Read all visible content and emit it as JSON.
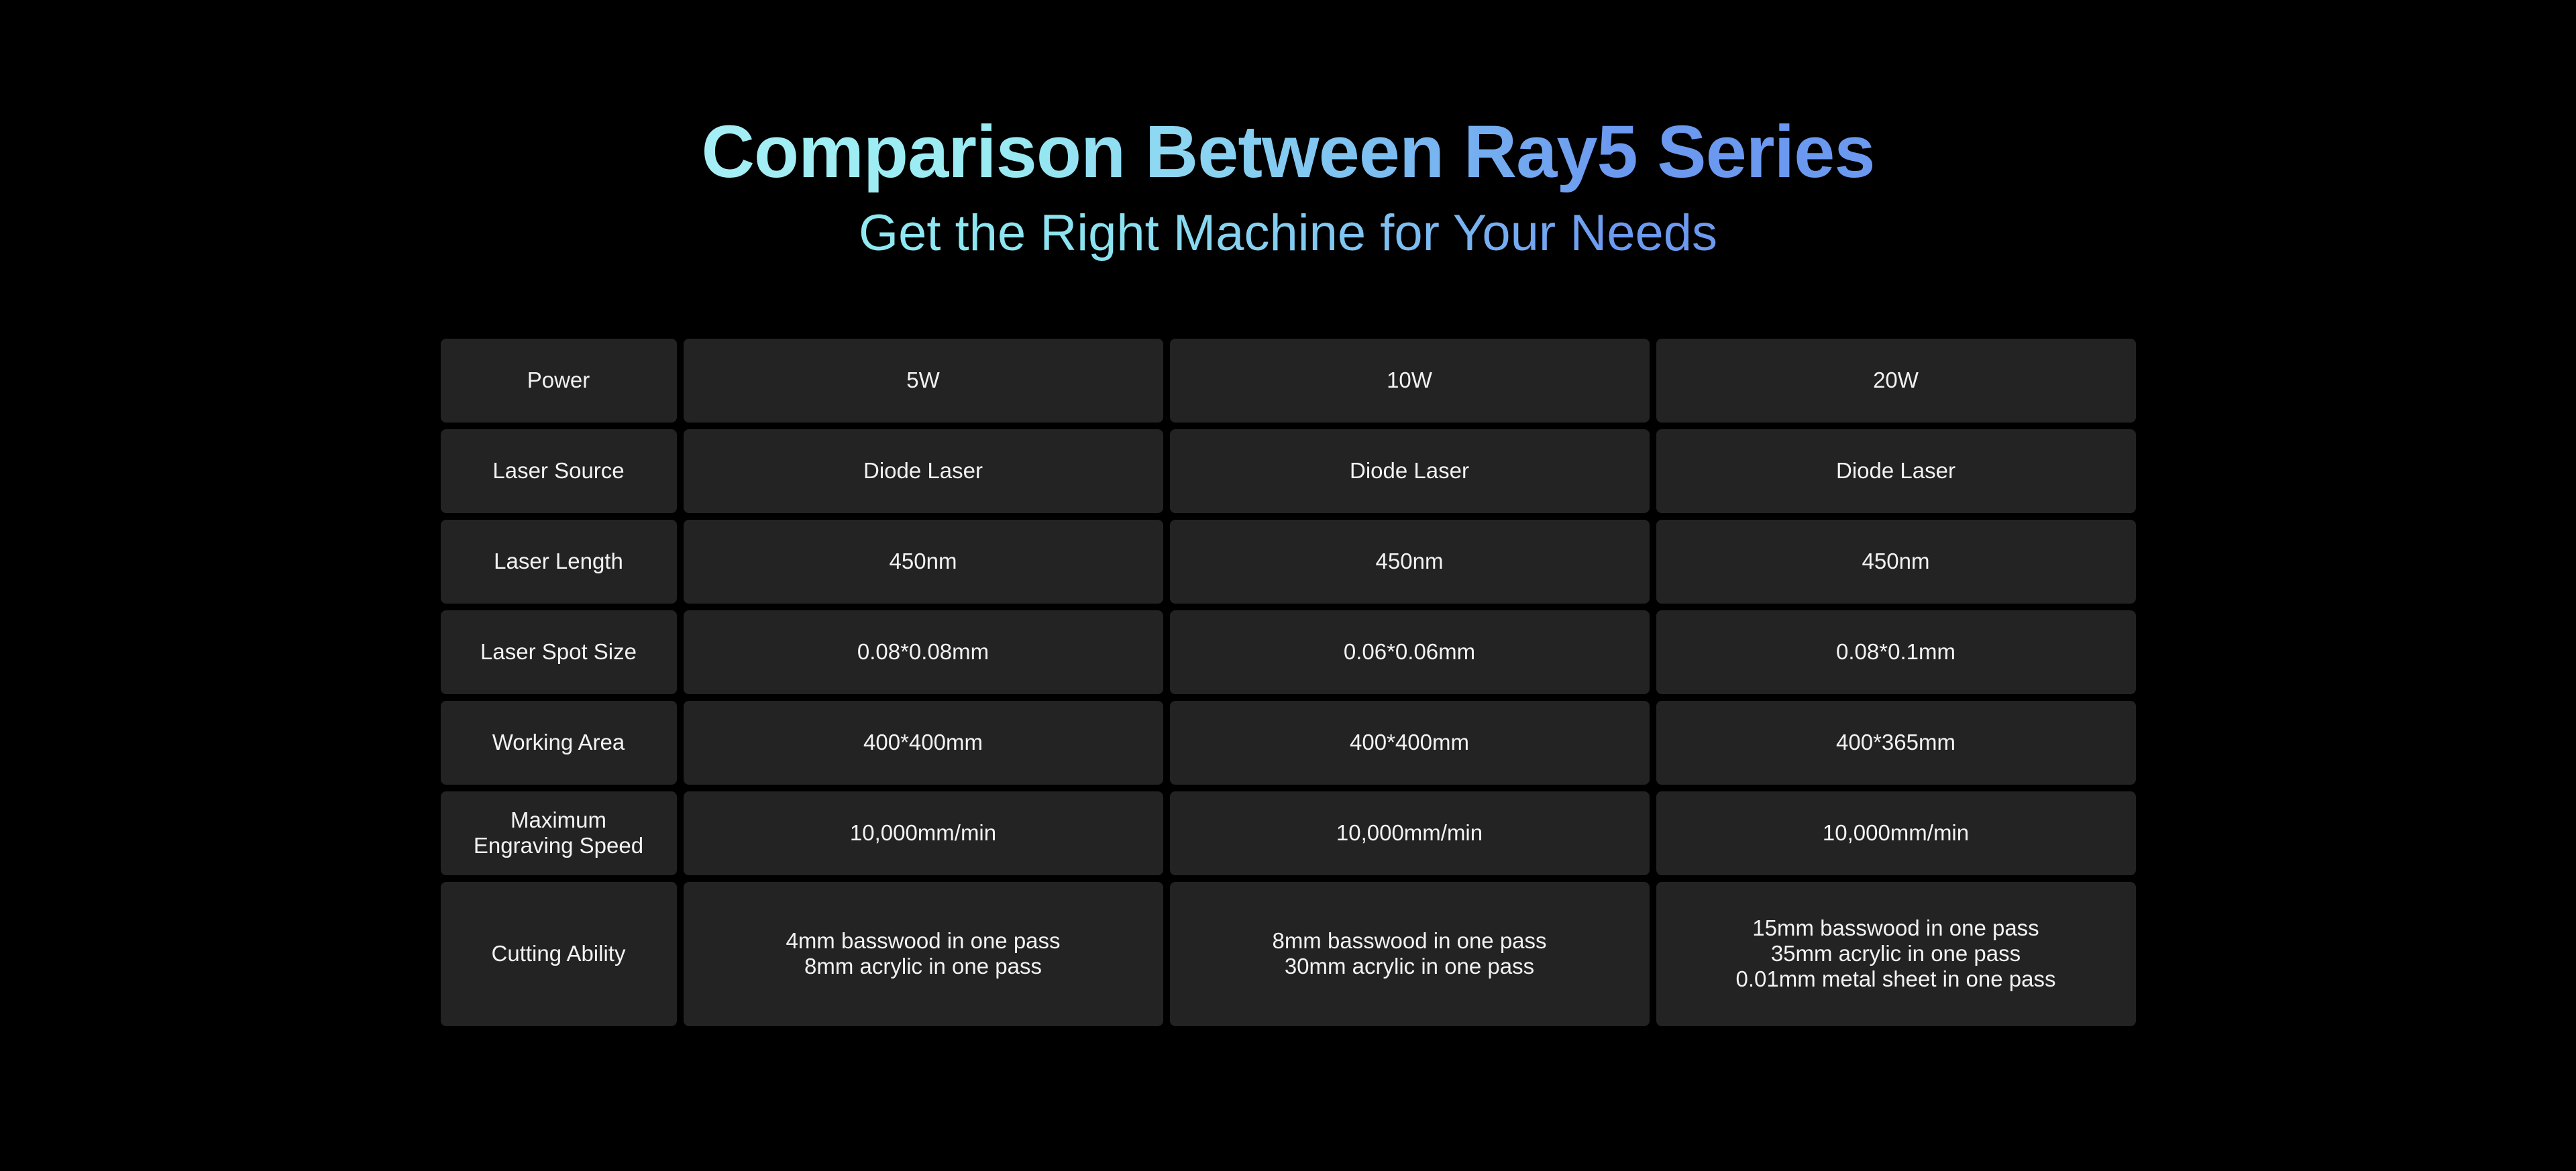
{
  "header": {
    "title": "Comparison Between Ray5 Series",
    "subtitle": "Get the Right Machine for Your Needs"
  },
  "colors": {
    "page_bg": "#000000",
    "cell_bg": "#232323",
    "cell_text": "#F2F2F2",
    "gradient_start_cyan": "#9AEBF2",
    "gradient_end_blue": "#6B99F0"
  },
  "table": {
    "rows": [
      {
        "label": "Power",
        "values": [
          "5W",
          "10W",
          "20W"
        ]
      },
      {
        "label": "Laser Source",
        "values": [
          "Diode Laser",
          "Diode Laser",
          "Diode Laser"
        ]
      },
      {
        "label": "Laser Length",
        "values": [
          "450nm",
          "450nm",
          "450nm"
        ]
      },
      {
        "label": "Laser Spot Size",
        "values": [
          "0.08*0.08mm",
          "0.06*0.06mm",
          "0.08*0.1mm"
        ]
      },
      {
        "label": "Working Area",
        "values": [
          "400*400mm",
          "400*400mm",
          "400*365mm"
        ]
      },
      {
        "label": "Maximum\nEngraving Speed",
        "values": [
          "10,000mm/min",
          "10,000mm/min",
          "10,000mm/min"
        ]
      },
      {
        "label": "Cutting Ability",
        "values": [
          "4mm basswood in one pass\n8mm acrylic in one pass",
          "8mm basswood in one pass\n30mm acrylic in one pass",
          "15mm basswood in one pass\n35mm acrylic in one pass\n0.01mm metal sheet in one pass"
        ]
      }
    ]
  }
}
